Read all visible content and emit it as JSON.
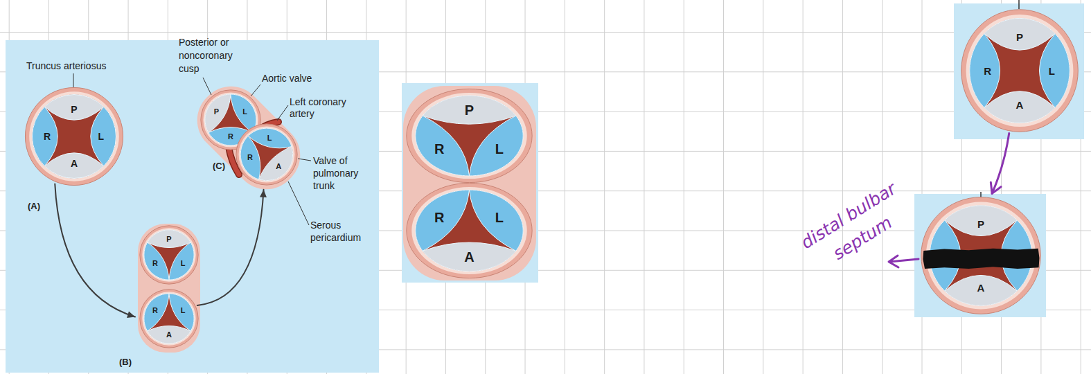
{
  "diagram": {
    "nodes": [
      {
        "text": [
          "P",
          "R",
          "L",
          "A"
        ]
      },
      {
        "text": [
          "P",
          "R",
          "L"
        ]
      },
      {
        "text": [
          "R",
          "L",
          "A"
        ]
      },
      {
        "text": [
          "P",
          "L",
          "R"
        ]
      },
      {
        "text": [
          "L",
          "R",
          "A"
        ]
      },
      {
        "text": [
          "P",
          "R",
          "L"
        ]
      },
      {
        "text": [
          "R",
          "L",
          "A"
        ]
      },
      {
        "text": [
          "P",
          "R",
          "L",
          "A"
        ]
      },
      {
        "text": [
          "P",
          "A"
        ]
      }
    ],
    "edges": [
      {
        "from": 0,
        "to": 2,
        "arrow": "to"
      },
      {
        "from": 2,
        "to": 4,
        "arrow": "to"
      },
      {
        "from": 7,
        "to": 8,
        "arrow": "to"
      }
    ],
    "labels": [
      "Truncus arteriosus",
      "Posterior or noncoronary cusp",
      "Aortic valve",
      "Left coronary artery",
      "Valve of pulmonary trunk",
      "Serous pericardium",
      "(A)",
      "(B)",
      "(C)",
      "distal bulbar septum"
    ]
  }
}
